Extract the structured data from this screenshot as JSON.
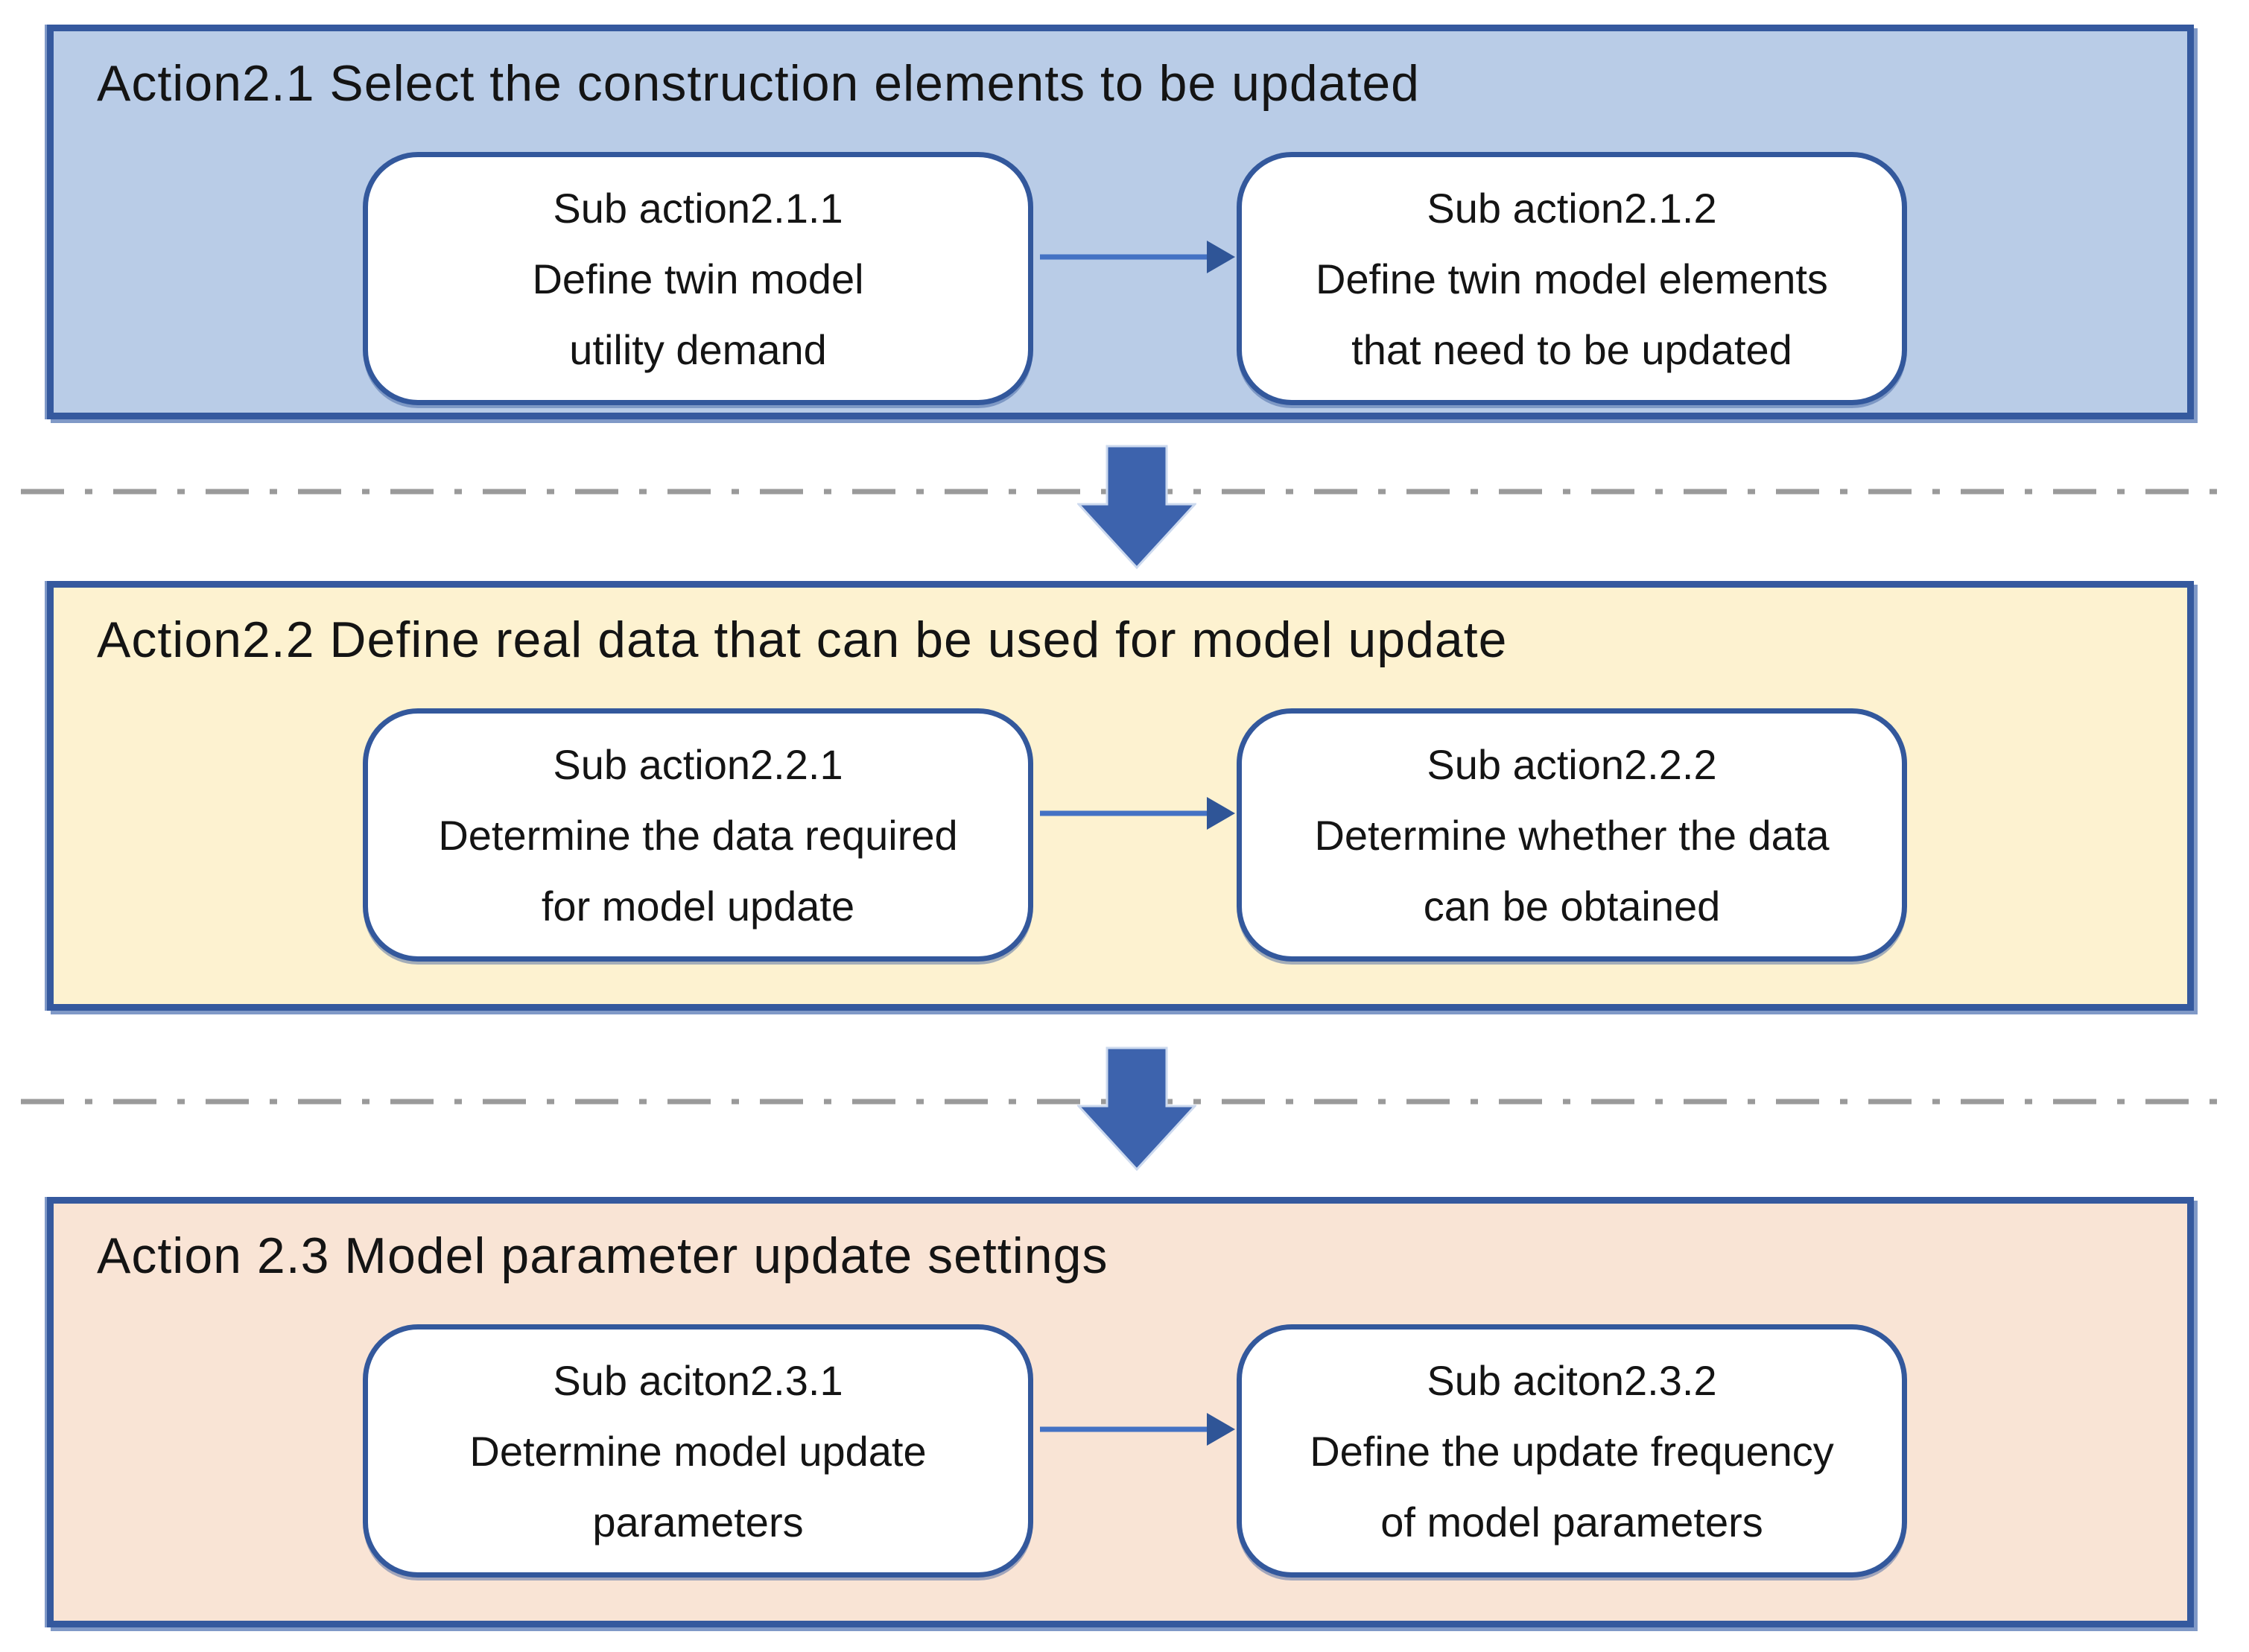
{
  "colors": {
    "section1_bg": "#b9cce7",
    "section2_bg": "#fdf2d0",
    "section3_bg": "#f9e4d5",
    "section_border": "#35599e",
    "box_border": "#33589c",
    "box_bg": "#ffffff",
    "connector": "#4472c4",
    "connector_head": "#2f5597",
    "down_arrow": "#3d63ad",
    "dash_line": "#9a9a9a",
    "text": "#141414"
  },
  "sections": [
    {
      "header": "Action2.1 Select the construction elements to be updated",
      "boxes": [
        {
          "title": "Sub action2.1.1",
          "line2": "Define twin model",
          "line3": "utility demand"
        },
        {
          "title": "Sub action2.1.2",
          "line2": "Define twin model elements",
          "line3": "that need to be updated"
        }
      ]
    },
    {
      "header": "Action2.2 Define real data that can be used for model update",
      "boxes": [
        {
          "title": "Sub action2.2.1",
          "line2": "Determine the data required",
          "line3": "for model update"
        },
        {
          "title": "Sub action2.2.2",
          "line2": "Determine whether the data",
          "line3": "can be obtained"
        }
      ]
    },
    {
      "header": "Action 2.3 Model parameter update settings",
      "boxes": [
        {
          "title": "Sub aciton2.3.1",
          "line2": "Determine model update",
          "line3": "parameters"
        },
        {
          "title": "Sub aciton2.3.2",
          "line2": "Define the update frequency",
          "line3": "of model parameters"
        }
      ]
    }
  ]
}
